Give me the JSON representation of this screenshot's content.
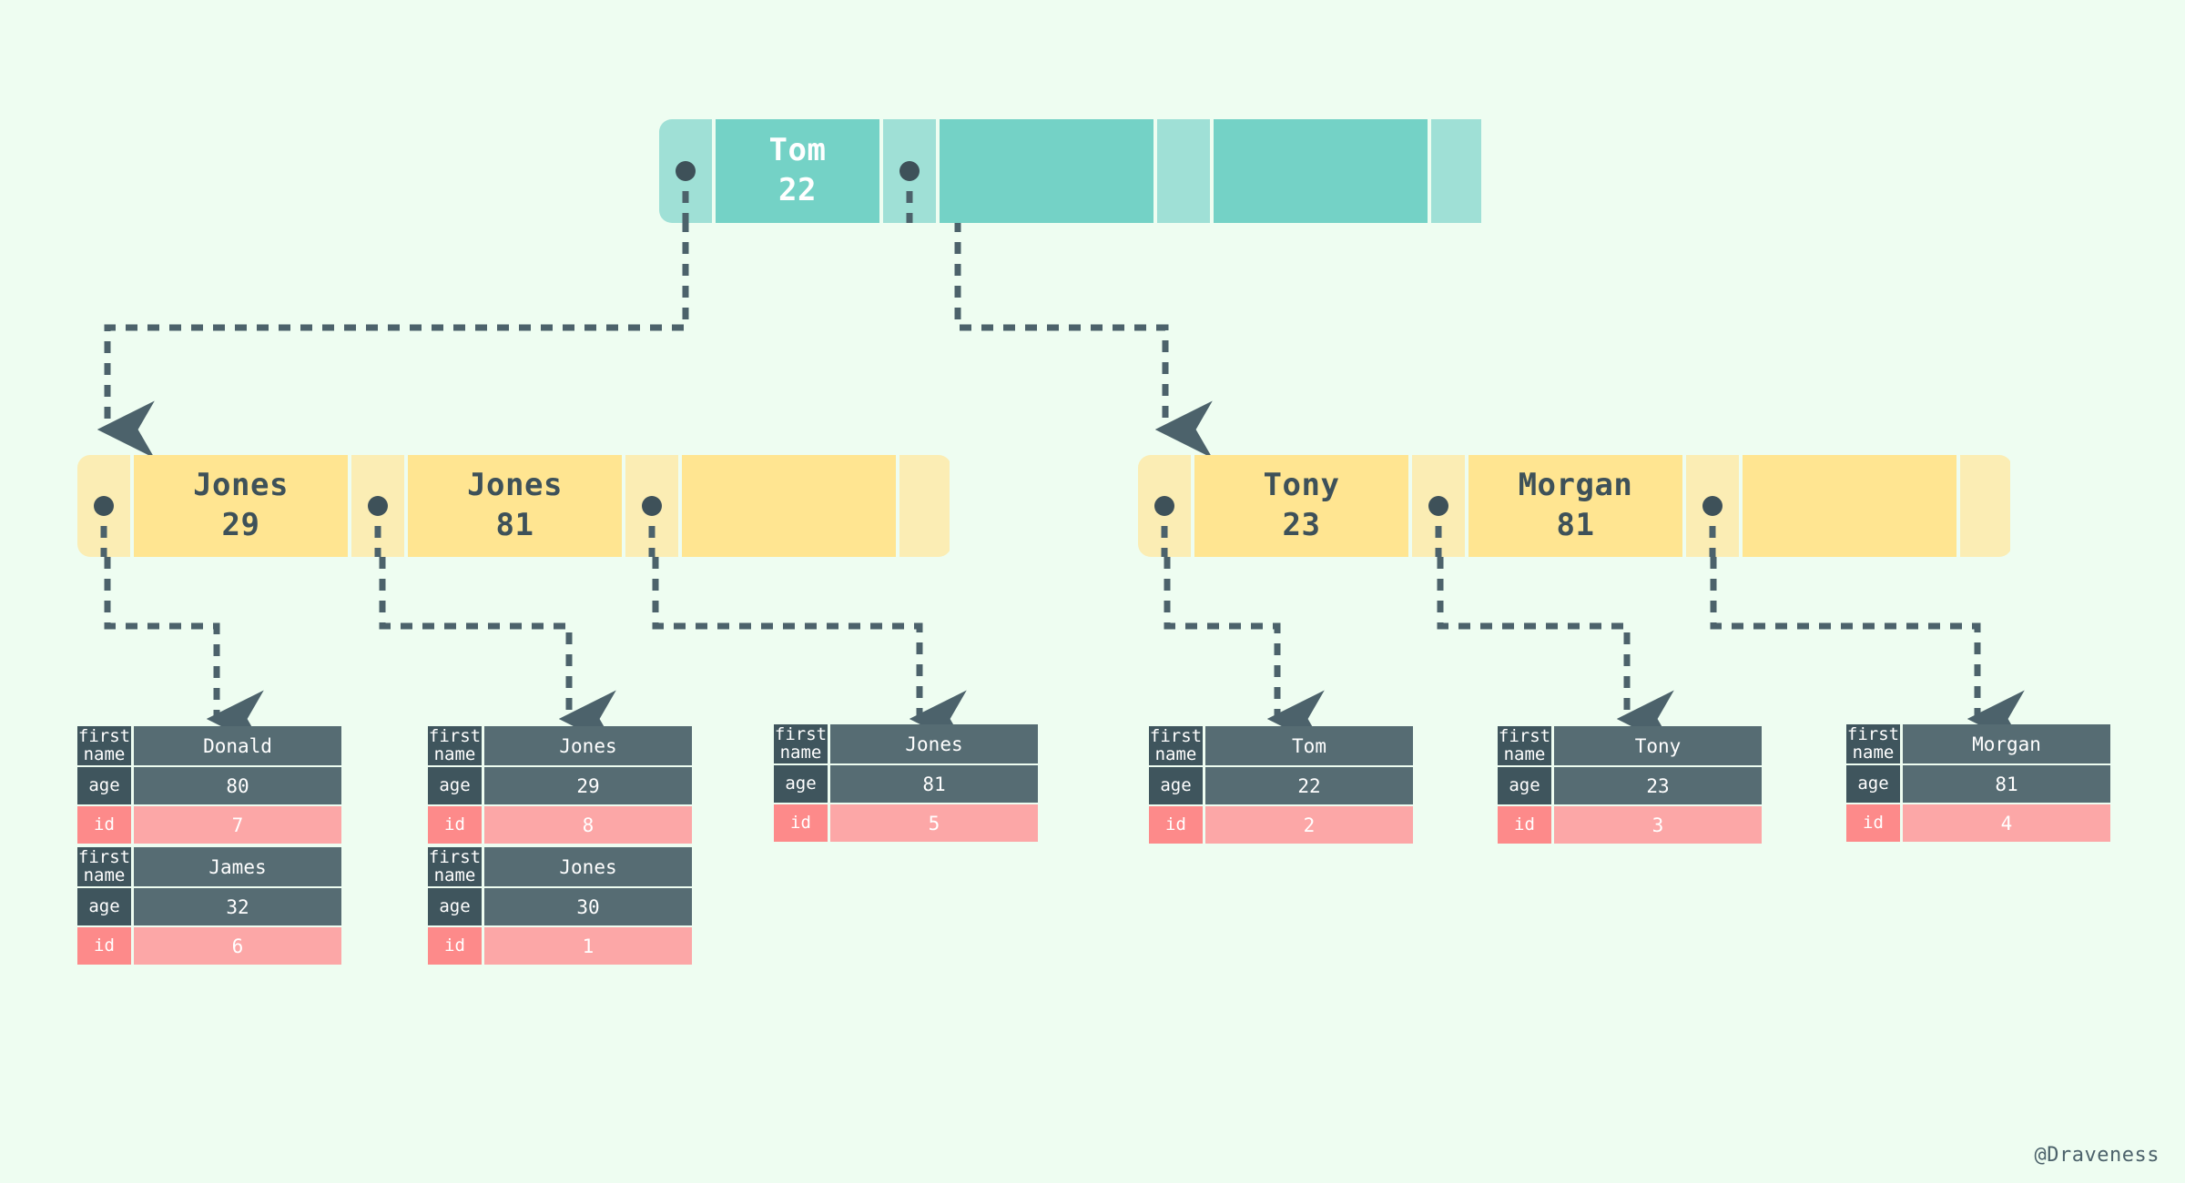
{
  "meta": {
    "watermark": "@Draveness",
    "background": "#eefdf1",
    "accent_root": "#74d2c6",
    "accent_root_ptr": "#9fe0d6",
    "accent_leaf": "#ffe591",
    "accent_leaf_ptr": "#fbedb4",
    "record_label_bg": "#3f555d",
    "record_value_bg": "#566c73",
    "id_label_bg": "#fd8a8a",
    "id_value_bg": "#fca7a7",
    "link_color": "#4c626b"
  },
  "tree": {
    "root": {
      "name": "root-node",
      "slots": [
        {
          "type": "pointer",
          "filled": true
        },
        {
          "type": "key",
          "name": "Tom",
          "age": "22"
        },
        {
          "type": "pointer",
          "filled": true
        },
        {
          "type": "key",
          "name": "",
          "age": ""
        },
        {
          "type": "pointer",
          "filled": false
        },
        {
          "type": "key",
          "name": "",
          "age": ""
        },
        {
          "type": "pointer",
          "filled": false
        }
      ]
    },
    "leaves": [
      {
        "name": "leaf-node-left",
        "slots": [
          {
            "type": "pointer",
            "filled": true
          },
          {
            "type": "key",
            "name": "Jones",
            "age": "29"
          },
          {
            "type": "pointer",
            "filled": true
          },
          {
            "type": "key",
            "name": "Jones",
            "age": "81"
          },
          {
            "type": "pointer",
            "filled": true
          },
          {
            "type": "key",
            "name": "",
            "age": ""
          },
          {
            "type": "pointer",
            "filled": false
          }
        ]
      },
      {
        "name": "leaf-node-right",
        "slots": [
          {
            "type": "pointer",
            "filled": true
          },
          {
            "type": "key",
            "name": "Tony",
            "age": "23"
          },
          {
            "type": "pointer",
            "filled": true
          },
          {
            "type": "key",
            "name": "Morgan",
            "age": "81"
          },
          {
            "type": "pointer",
            "filled": true
          },
          {
            "type": "key",
            "name": "",
            "age": ""
          },
          {
            "type": "pointer",
            "filled": false
          }
        ]
      }
    ]
  },
  "records": {
    "labels": {
      "first_name_line1": "first",
      "first_name_line2": "name",
      "age": "age",
      "id": "id"
    },
    "tables": [
      {
        "name": "record-table-1",
        "rows": [
          {
            "first_name": "Donald",
            "age": "80",
            "id": "7"
          },
          {
            "first_name": "James",
            "age": "32",
            "id": "6"
          }
        ]
      },
      {
        "name": "record-table-2",
        "rows": [
          {
            "first_name": "Jones",
            "age": "29",
            "id": "8"
          },
          {
            "first_name": "Jones",
            "age": "30",
            "id": "1"
          }
        ]
      },
      {
        "name": "record-table-3",
        "rows": [
          {
            "first_name": "Jones",
            "age": "81",
            "id": "5"
          }
        ]
      },
      {
        "name": "record-table-4",
        "rows": [
          {
            "first_name": "Tom",
            "age": "22",
            "id": "2"
          }
        ]
      },
      {
        "name": "record-table-5",
        "rows": [
          {
            "first_name": "Tony",
            "age": "23",
            "id": "3"
          }
        ]
      },
      {
        "name": "record-table-6",
        "rows": [
          {
            "first_name": "Morgan",
            "age": "81",
            "id": "4"
          }
        ]
      }
    ]
  }
}
